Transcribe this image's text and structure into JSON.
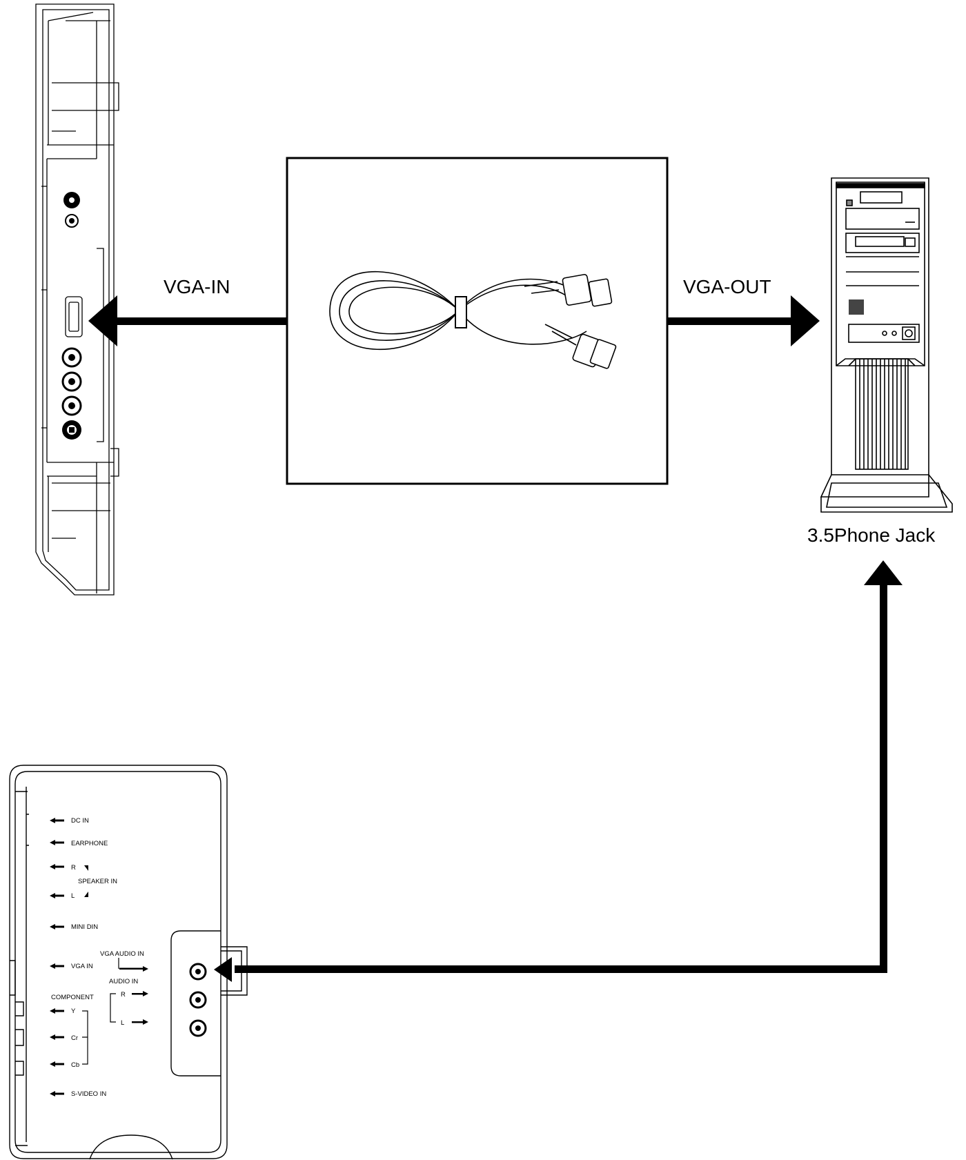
{
  "connection_labels": {
    "vga_in": "VGA-IN",
    "vga_out": "VGA-OUT",
    "phone_jack": "3.5Phone Jack"
  },
  "panel_labels": {
    "dc_in": "DC IN",
    "earphone": "EARPHONE",
    "r": "R",
    "speaker_in": "SPEAKER IN",
    "l": "L",
    "mini_din": "MINI DIN",
    "vga_audio_in": "VGA AUDIO IN",
    "vga_in": "VGA IN",
    "audio_in": "AUDIO IN",
    "audio_r": "R",
    "audio_l": "L",
    "component": "COMPONENT",
    "y": "Y",
    "cr": "Cr",
    "cb": "Cb",
    "s_video_in": "S-VIDEO IN"
  },
  "colors": {
    "line": "#000000",
    "background": "#ffffff"
  }
}
